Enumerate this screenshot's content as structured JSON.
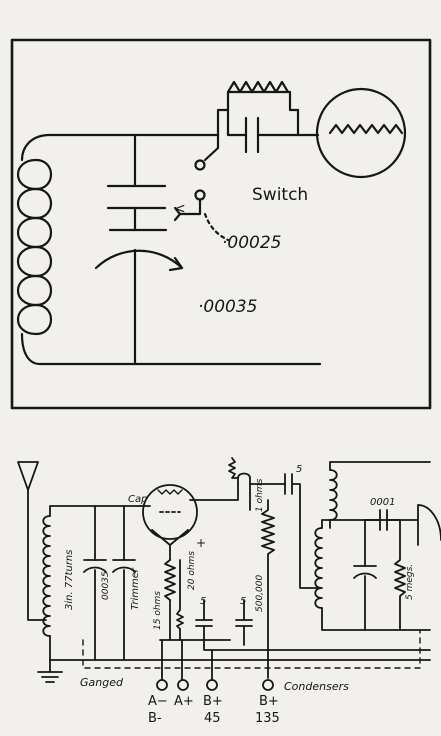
{
  "figure_top": {
    "switch_label": "Switch",
    "cap_small": "·00025",
    "cap_large": "·00035"
  },
  "figure_bottom": {
    "cap_label": "Cap",
    "coil_label": "3in. 77turns",
    "cap_00035": "00035",
    "trimmer": "Trimmer",
    "r_15ohms": "15 ohms",
    "r_20ohms": "20 ohms",
    "plus": "+",
    "c_5a": "5",
    "c_5b": "5",
    "c_5c": "5",
    "r_1ohms": "1 ohms",
    "r_500000": "500,000",
    "c_0001": "0001",
    "r_5megs": "5 megs.",
    "ganged": "Ganged",
    "condensers": "Condensers",
    "t_a_minus": "A−",
    "t_b_minus": "B-",
    "t_a_plus": "A+",
    "t_b_plus_1": "B+",
    "t_45": "45",
    "t_b_plus_2": "B+",
    "t_135": "135"
  }
}
